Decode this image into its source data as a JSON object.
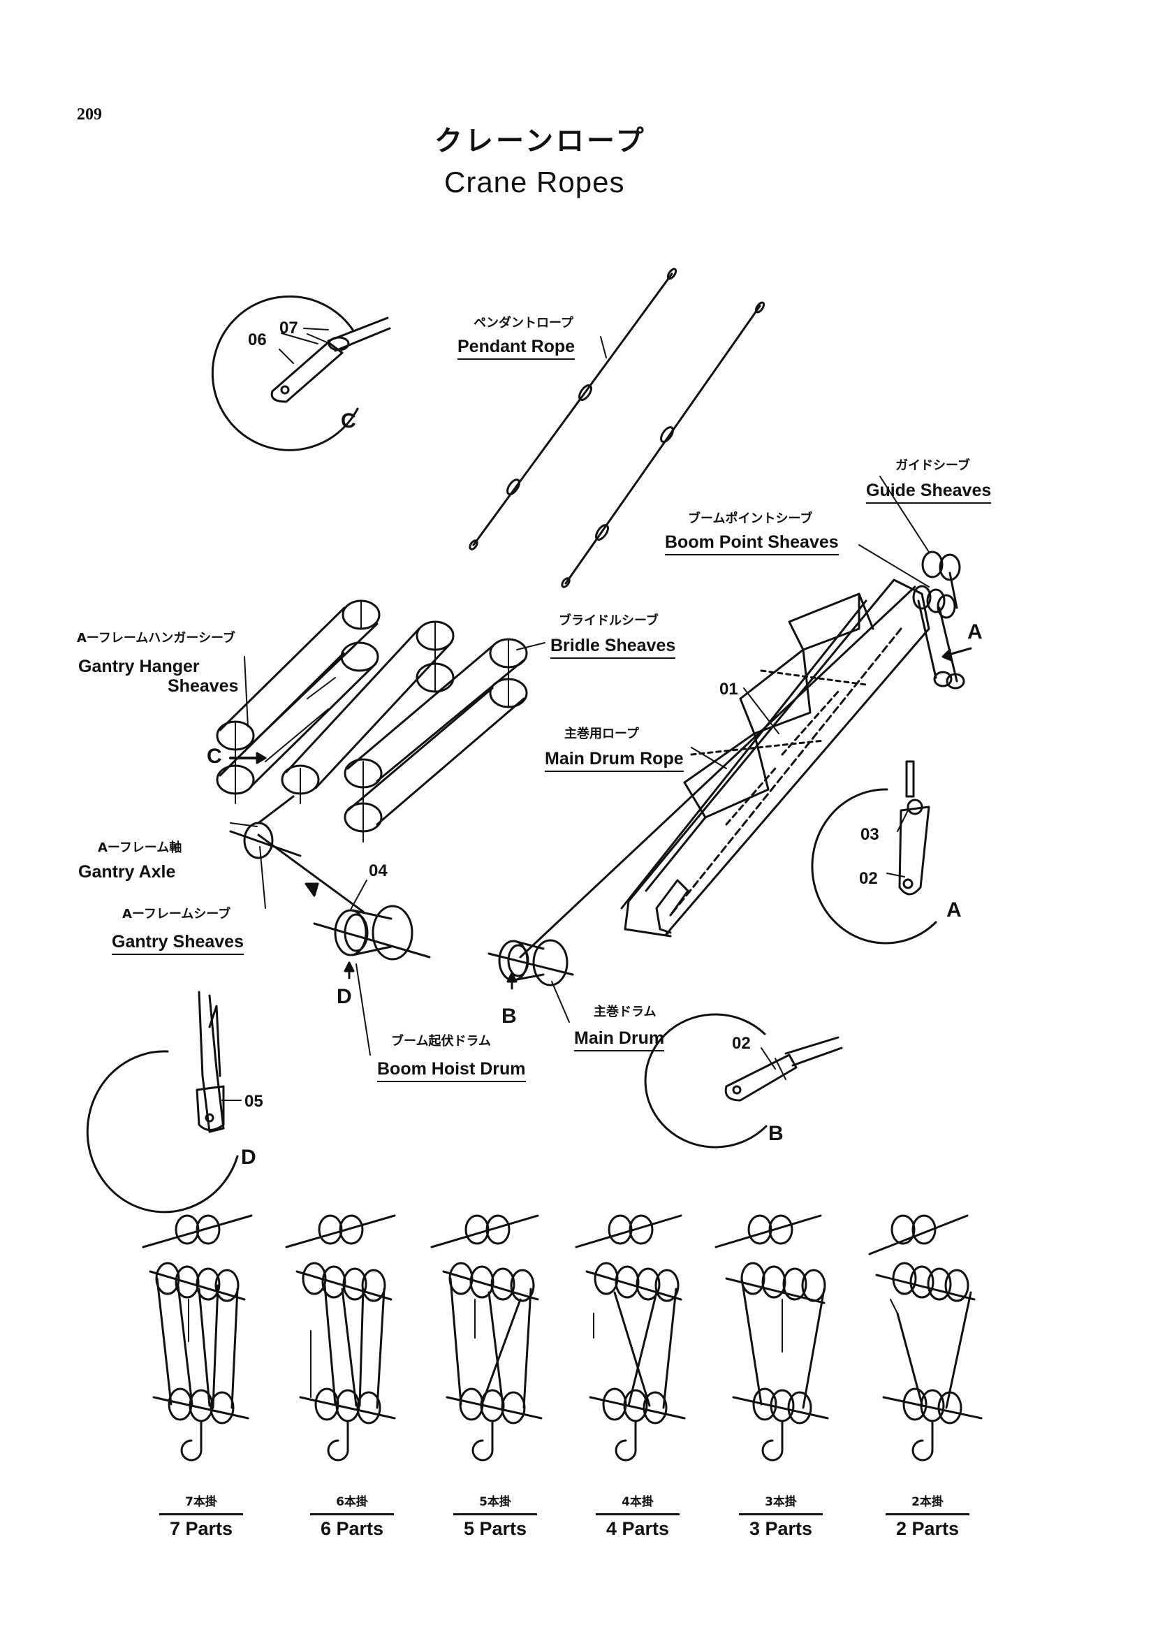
{
  "page": {
    "number": "209",
    "title_jp": "クレーンロープ",
    "title_en": "Crane Ropes"
  },
  "labels": {
    "pendant_rope": {
      "jp": "ペンダントロープ",
      "en": "Pendant Rope"
    },
    "guide_sheaves": {
      "jp": "ガイドシーブ",
      "en": "Guide Sheaves"
    },
    "boom_point_sheaves": {
      "jp": "ブームポイントシーブ",
      "en": "Boom Point Sheaves"
    },
    "gantry_hanger_sheaves": {
      "jp": "Aーフレームハンガーシーブ",
      "en_line1": "Gantry Hanger",
      "en_line2": "Sheaves"
    },
    "bridle_sheaves": {
      "jp": "ブライドルシーブ",
      "en": "Bridle Sheaves"
    },
    "main_drum_rope": {
      "jp": "主巻用ロープ",
      "en": "Main Drum Rope"
    },
    "gantry_axle": {
      "jp": "Aーフレーム軸",
      "en": "Gantry Axle"
    },
    "gantry_sheaves": {
      "jp": "Aーフレームシーブ",
      "en": "Gantry Sheaves"
    },
    "main_drum": {
      "jp": "主巻ドラム",
      "en": "Main Drum"
    },
    "boom_hoist_drum": {
      "jp": "ブーム起伏ドラム",
      "en": "Boom Hoist Drum"
    }
  },
  "callouts": {
    "c01": "01",
    "c02": "02",
    "c03": "03",
    "c04": "04",
    "c05": "05",
    "c06": "06",
    "c07": "07",
    "A": "A",
    "B": "B",
    "C": "C",
    "D": "D"
  },
  "reeving": [
    {
      "jp": "7本掛",
      "en": "7 Parts"
    },
    {
      "jp": "6本掛",
      "en": "6 Parts"
    },
    {
      "jp": "5本掛",
      "en": "5 Parts"
    },
    {
      "jp": "4本掛",
      "en": "4 Parts"
    },
    {
      "jp": "3本掛",
      "en": "3 Parts"
    },
    {
      "jp": "2本掛",
      "en": "2 Parts"
    }
  ]
}
